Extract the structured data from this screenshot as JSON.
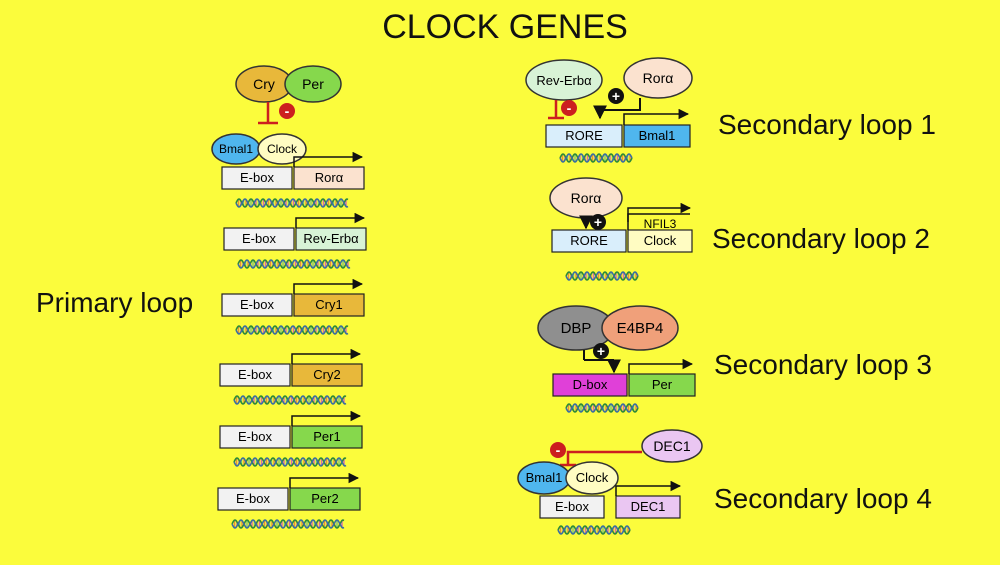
{
  "title": "CLOCK GENES",
  "colors": {
    "background": "#fbfc3c",
    "dna_green": "#7cc576",
    "dna_orange": "#e88c3a",
    "dna_pink": "#d86aa8",
    "inhibit": "#cc1f1f",
    "activate": "#111111"
  },
  "primary": {
    "label": "Primary loop",
    "cry": "Cry",
    "per": "Per",
    "bmal1": "Bmal1",
    "clock": "Clock",
    "rows": [
      {
        "promoter": "E-box",
        "gene": "Rorα",
        "color": "#fbe2cf"
      },
      {
        "promoter": "E-box",
        "gene": "Rev-Erbα",
        "color": "#d8f3d6"
      },
      {
        "promoter": "E-box",
        "gene": "Cry1",
        "color": "#e8b83a"
      },
      {
        "promoter": "E-box",
        "gene": "Cry2",
        "color": "#e8b83a"
      },
      {
        "promoter": "E-box",
        "gene": "Per1",
        "color": "#86d84c"
      },
      {
        "promoter": "E-box",
        "gene": "Per2",
        "color": "#86d84c"
      }
    ]
  },
  "loop1": {
    "label": "Secondary loop 1",
    "reverb": "Rev-Erbα",
    "rora": "Rorα",
    "promoter": "RORE",
    "gene": "Bmal1"
  },
  "loop2": {
    "label": "Secondary loop 2",
    "rora": "Rorα",
    "promoter": "RORE",
    "gene_top": "NFIL3",
    "gene_bottom": "Clock"
  },
  "loop3": {
    "label": "Secondary loop 3",
    "dbp": "DBP",
    "e4bp4": "E4BP4",
    "promoter": "D-box",
    "gene": "Per"
  },
  "loop4": {
    "label": "Secondary loop 4",
    "dec1": "DEC1",
    "bmal1": "Bmal1",
    "clock": "Clock",
    "promoter": "E-box",
    "gene": "DEC1"
  },
  "signs": {
    "minus": "-",
    "plus": "+"
  }
}
